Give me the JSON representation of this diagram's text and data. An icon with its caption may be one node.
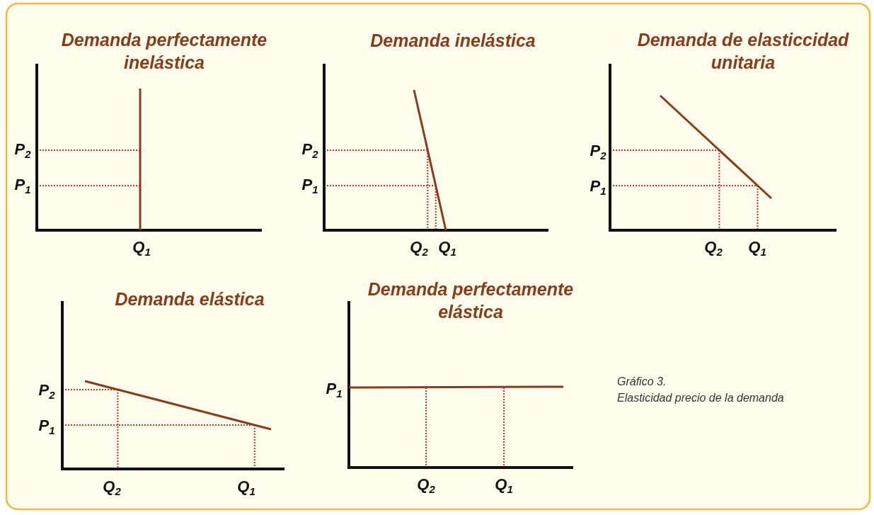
{
  "diagram": {
    "labels": [
      "Demanda perfectamente inelástica",
      "P$_{2}$",
      "P$_{1}$",
      "Q$_{1}$",
      "Demanda inelástica",
      "P$_{2}$",
      "P$_{1}$",
      "Q$_{2}$",
      "Q$_{1}$",
      "Demanda de elasticcidad unitaria",
      "P$_{2}$",
      "P$_{1}$",
      "Q$_{2}$",
      "Q$_{1}$",
      "Demanda elástica",
      "P$_{2}$",
      "P$_{1}$",
      "Q$_{2}$",
      "Q$_{1}$",
      "Demanda perfectamente elástica",
      "P$_{1}$",
      "Q$_{2}$",
      "Q$_{1}$",
      "Gráfico 3.",
      "Elasticidad precio de la demanda"
    ]
  }
}
